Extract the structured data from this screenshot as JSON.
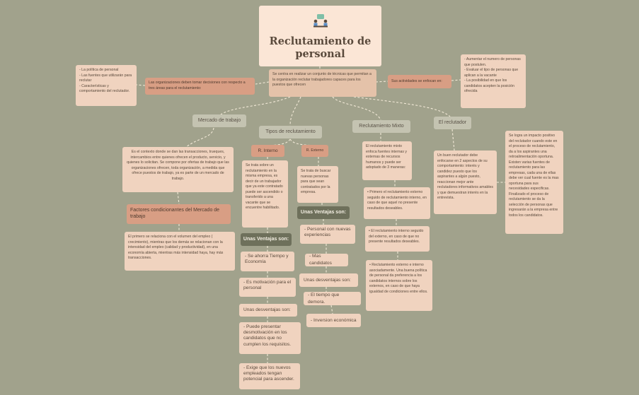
{
  "title": "Reclutamiento de personal",
  "icon": "team-meeting-icon",
  "center_desc": "Se centra en realizar un conjunto de técnicas que permitan a la organización reclutar trabajadores capaces para los puestos que ofrecen",
  "left_salmon": "Las organizaciones deben tomar decisiones con respecto a tres áreas para el reclutamiento:",
  "left_list": "- La política de personal\n- Las fuentes que utilizarán para reclutar\n- Características y comportamiento del reclutador.",
  "right_salmon": "Sus actividades se enfocan en:",
  "right_list": "- Aumentar el numero de personas que postulen.\n- Evaluar el tipo de personas que aplican a la vacante\n- La posibilidad en que los candidatos acepten la posición ofrecida",
  "mercado": {
    "label": "Mercado de trabajo",
    "desc": "Es el contexto donde se dan las transacciones, trueques, intercambios entre quienes ofrecen el producto, servicio, y quienes lo solicitan. Se compone por ofertas de trabajo que las organizaciones ofrecen, toda organización, a medida que ofrece puestos de trabajo, ya es parte de un mercado de trabajo.",
    "factores_label": "Factores condicionantes del Mercado de trabajo",
    "factores_desc": "El primero se relaciona con el volumen del empleo ( crecimiento), mientras que los demás se relacionan con la intensidad del empleo (calidad y productividad), en una economía abierta, mientras más intensidad haya, hay más transacciones."
  },
  "tipos": {
    "label": "Tipos de reclutamiento",
    "interno": {
      "label": "R. Interno",
      "desc": "Se trata sobre un reclutamiento en la misma empresa, es decir de un trabajador que ya este contratado puede ser ascendido o transferido a una vacante que se encuentre habilitado.",
      "ventajas_label": "Unas Ventajas son:",
      "ventajas": [
        "- Se ahorra Tiempo y Economía",
        "- Es motivación para el personal"
      ],
      "desventajas_label": "Unas desventajas son:",
      "desventajas": [
        "- Puede presentar desmotivación en los candidatos que no cumplen los requisitos.",
        "- Exige que los nuevos empleados tengan potencial para ascender."
      ]
    },
    "externo": {
      "label": "R. Externo",
      "desc": "Se trata de buscar nuevas personas para que sean contratados por la empresa.",
      "ventajas_label": "Unas Ventajas son:",
      "ventajas": [
        "- Personal con nuevas experiencias",
        "- Mas candidatos"
      ],
      "desventajas_label": "Unas desventajas son:",
      "desventajas": [
        "- El tiempo que demora.",
        "- Inversion económica"
      ]
    }
  },
  "mixto": {
    "label": "Reclutamiento Mixto",
    "desc": "El reclutamiento mixto enfoca fuentes internas y externas de recursos humanos y puede ser adoptado de 3 maneras:",
    "items": [
      "• Primero el reclutamiento externo seguido de reclutamiento interno, en caso de que aquel no presente resultados deseables.",
      "• El reclutamiento interno seguido del externo, en caso de que no presente resultados deseables.",
      "• Reclutamiento externo e interno asociadamente. Una buena política de personal da preferencia a los candidatos internos sobre los externos, en caso de que haya igualdad de condiciones entre ellos."
    ]
  },
  "reclutador": {
    "label": "El reclutador",
    "desc": "Un buen reclutador debe enfocarse en 2 aspectos de su comportamiento: interés y candidez puesto que los aspirantes a algún puesto, reaccionan mejor ante reclutadores informativos amables y que demuestran interés en la entrevista.",
    "side": "Se logra un impacto positivo del reclutador cuando este en el proceso de reclutamiento, da a los aspirantes una retroalimentación oportuna. Existen varias fuentes de reclutamiento para las empresas, cada una de ellas debe ver cual fuente es la mas oportuna para sus necesidades especificas. Finalizado el proceso de reclutamiento se da la selección de personas que ingresarán a la empresa entre todos los candidatos."
  },
  "colors": {
    "background": "#a1a28c",
    "card": "#f0d3bf",
    "salmon": "#d89e84",
    "dark": "#6e705b",
    "grey": "#c4c3b1"
  }
}
